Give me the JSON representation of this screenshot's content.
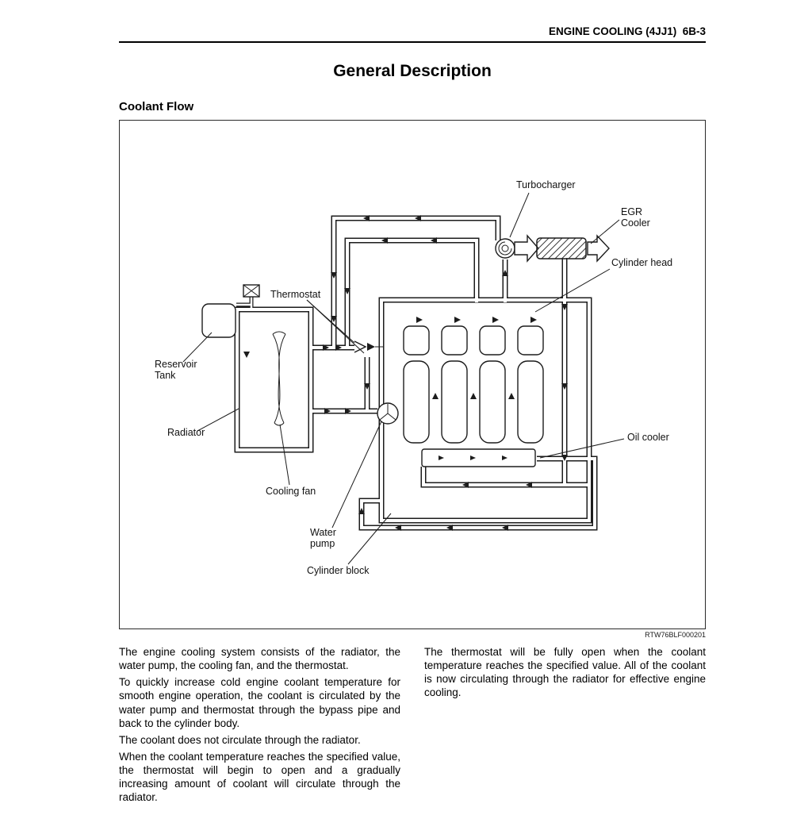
{
  "header": {
    "text": "ENGINE COOLING (4JJ1)  6B-3"
  },
  "title": "General Description",
  "section": {
    "heading": "Coolant Flow"
  },
  "figure": {
    "code": "RTW76BLF000201",
    "labels": {
      "turbocharger": "Turbocharger",
      "egr_cooler": [
        "EGR",
        "Cooler"
      ],
      "cylinder_head": "Cylinder head",
      "thermostat": "Thermostat",
      "reservoir_tank": [
        "Reservoir",
        "Tank"
      ],
      "radiator": "Radiator",
      "cooling_fan": "Cooling fan",
      "water_pump": [
        "Water",
        "pump"
      ],
      "cylinder_block": "Cylinder block",
      "oil_cooler": "Oil cooler"
    }
  },
  "body": {
    "left_column": [
      "The engine cooling system consists of the radiator, the water pump, the cooling fan, and the thermostat.",
      "To quickly increase cold engine coolant temperature for smooth engine operation, the coolant is circulated by the water pump and thermostat through the bypass pipe and back to the cylinder body.",
      "The coolant does not circulate through the radiator.",
      "When the coolant temperature reaches the specified value, the thermostat will begin to open and a gradually increasing amount of coolant will circulate through the radiator."
    ],
    "right_column": [
      "The thermostat will be fully open when the coolant temperature reaches the specified value. All of the coolant is now circulating through the radiator for effective engine cooling."
    ]
  }
}
